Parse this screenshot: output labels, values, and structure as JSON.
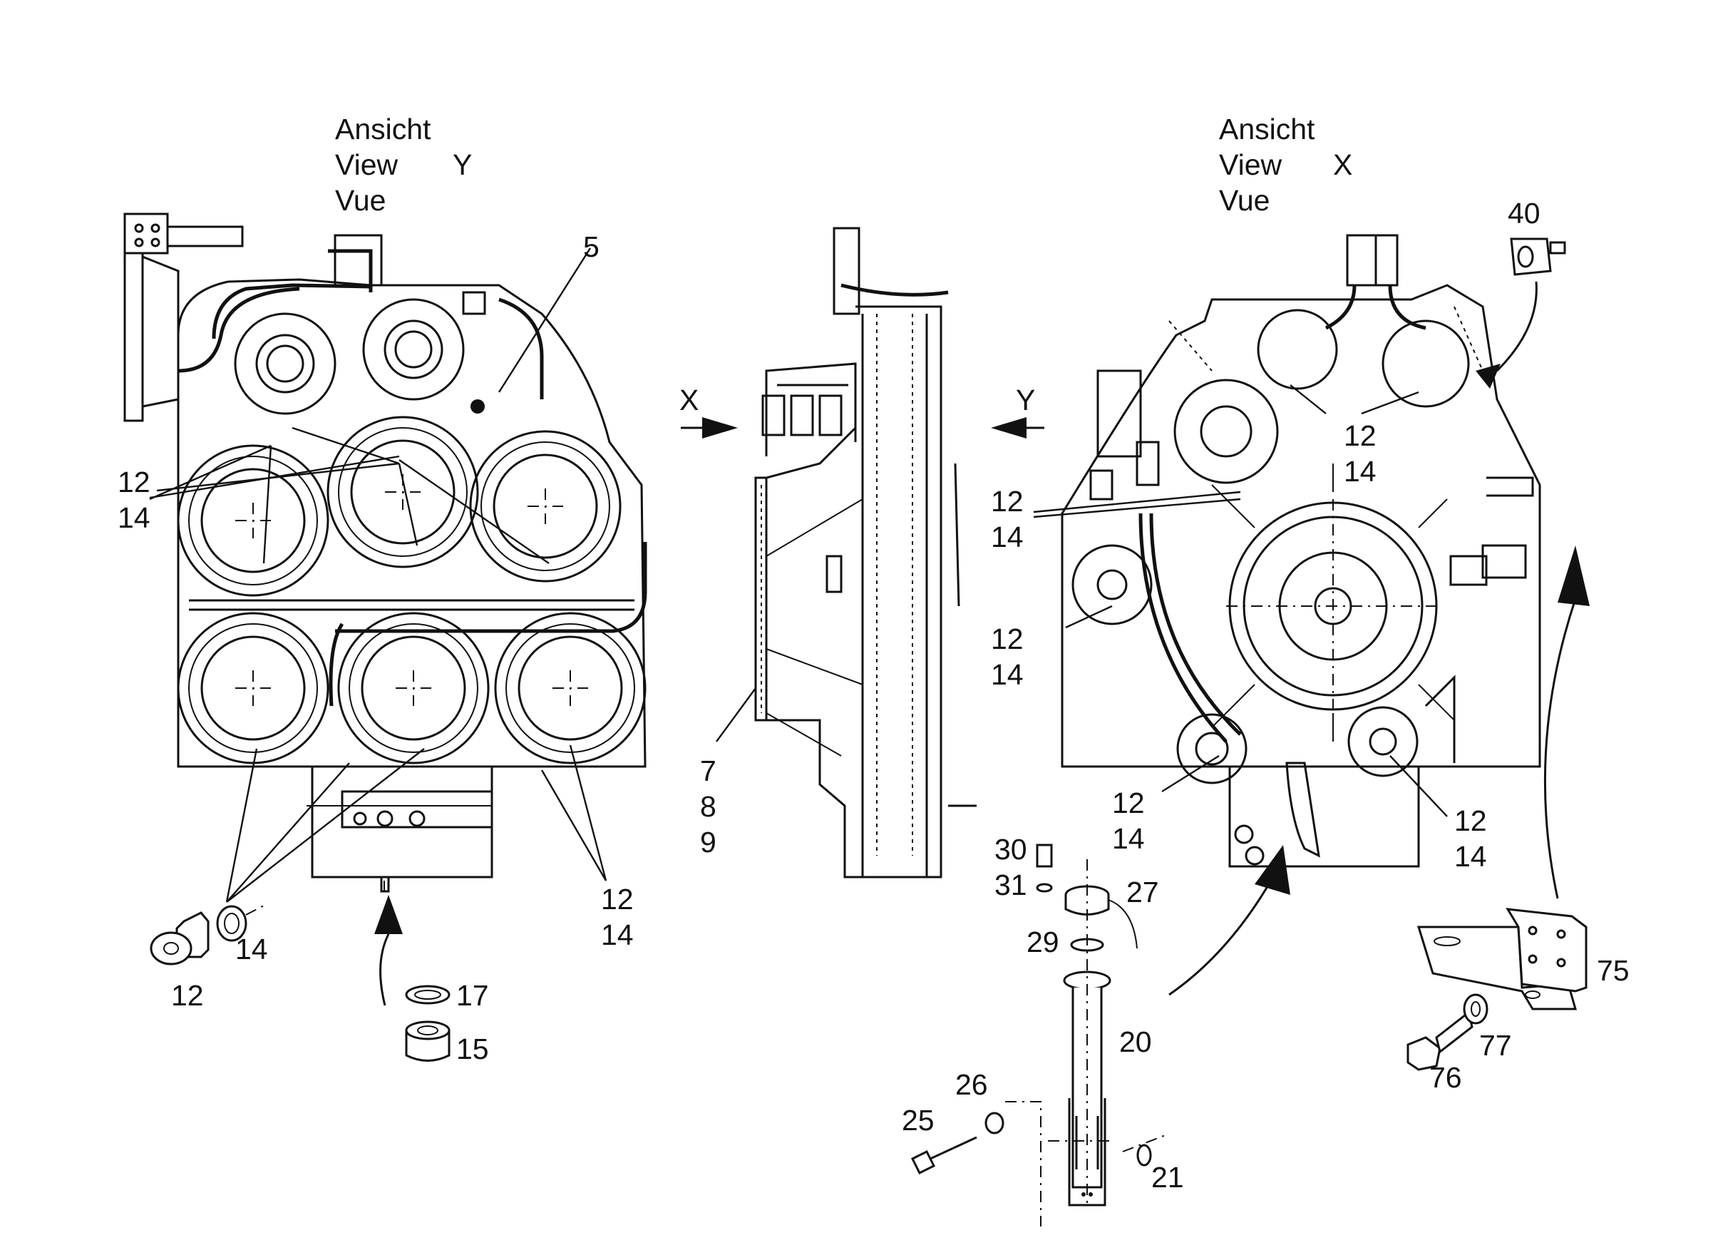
{
  "views": {
    "y": {
      "line1": "Ansicht",
      "line2": "View",
      "line3": "Vue",
      "letter": "Y"
    },
    "x": {
      "line1": "Ansicht",
      "line2": "View",
      "line3": "Vue",
      "letter": "X"
    }
  },
  "arrows": {
    "x": "X",
    "y": "Y"
  },
  "callouts": {
    "c5": "5",
    "c7": "7",
    "c8": "8",
    "c9": "9",
    "c12_a": "12",
    "c14_a": "14",
    "c12_b": "12",
    "c14_b": "14",
    "c12_c": "12",
    "c14_c": "14",
    "c12_d": "12",
    "c14_d": "14",
    "c12_e": "12",
    "c14_e": "14",
    "c12_f": "12",
    "c14_f": "14",
    "c12_g": "12",
    "c14_g": "14",
    "c12_plug": "12",
    "c14_ring": "14",
    "c15": "15",
    "c17": "17",
    "c20": "20",
    "c21": "21",
    "c25": "25",
    "c26": "26",
    "c27": "27",
    "c29": "29",
    "c30": "30",
    "c31": "31",
    "c40": "40",
    "c75": "75",
    "c76": "76",
    "c77": "77"
  }
}
